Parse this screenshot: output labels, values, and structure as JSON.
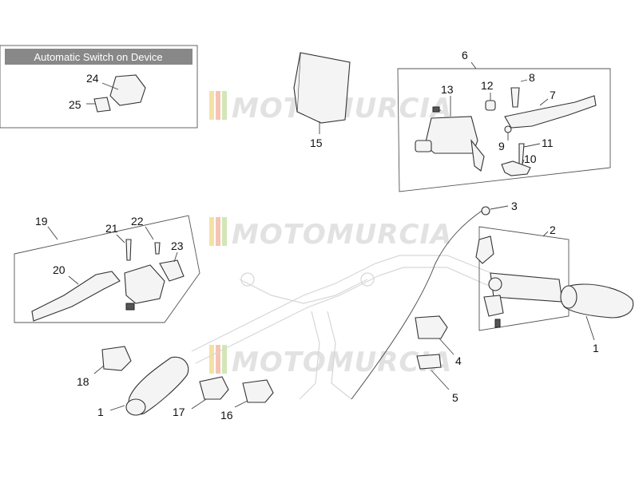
{
  "inset": {
    "title": "Automatic Switch on Device"
  },
  "watermark": {
    "text": "MOTOMURCIA"
  },
  "labels": {
    "l1a": "1",
    "l1b": "1",
    "l2": "2",
    "l3": "3",
    "l4": "4",
    "l5": "5",
    "l6": "6",
    "l7": "7",
    "l8": "8",
    "l9": "9",
    "l10": "10",
    "l11": "11",
    "l12": "12",
    "l13": "13",
    "l15": "15",
    "l16": "16",
    "l17": "17",
    "l18": "18",
    "l19": "19",
    "l20": "20",
    "l21": "21",
    "l22": "22",
    "l23": "23",
    "l24": "24",
    "l25": "25"
  }
}
